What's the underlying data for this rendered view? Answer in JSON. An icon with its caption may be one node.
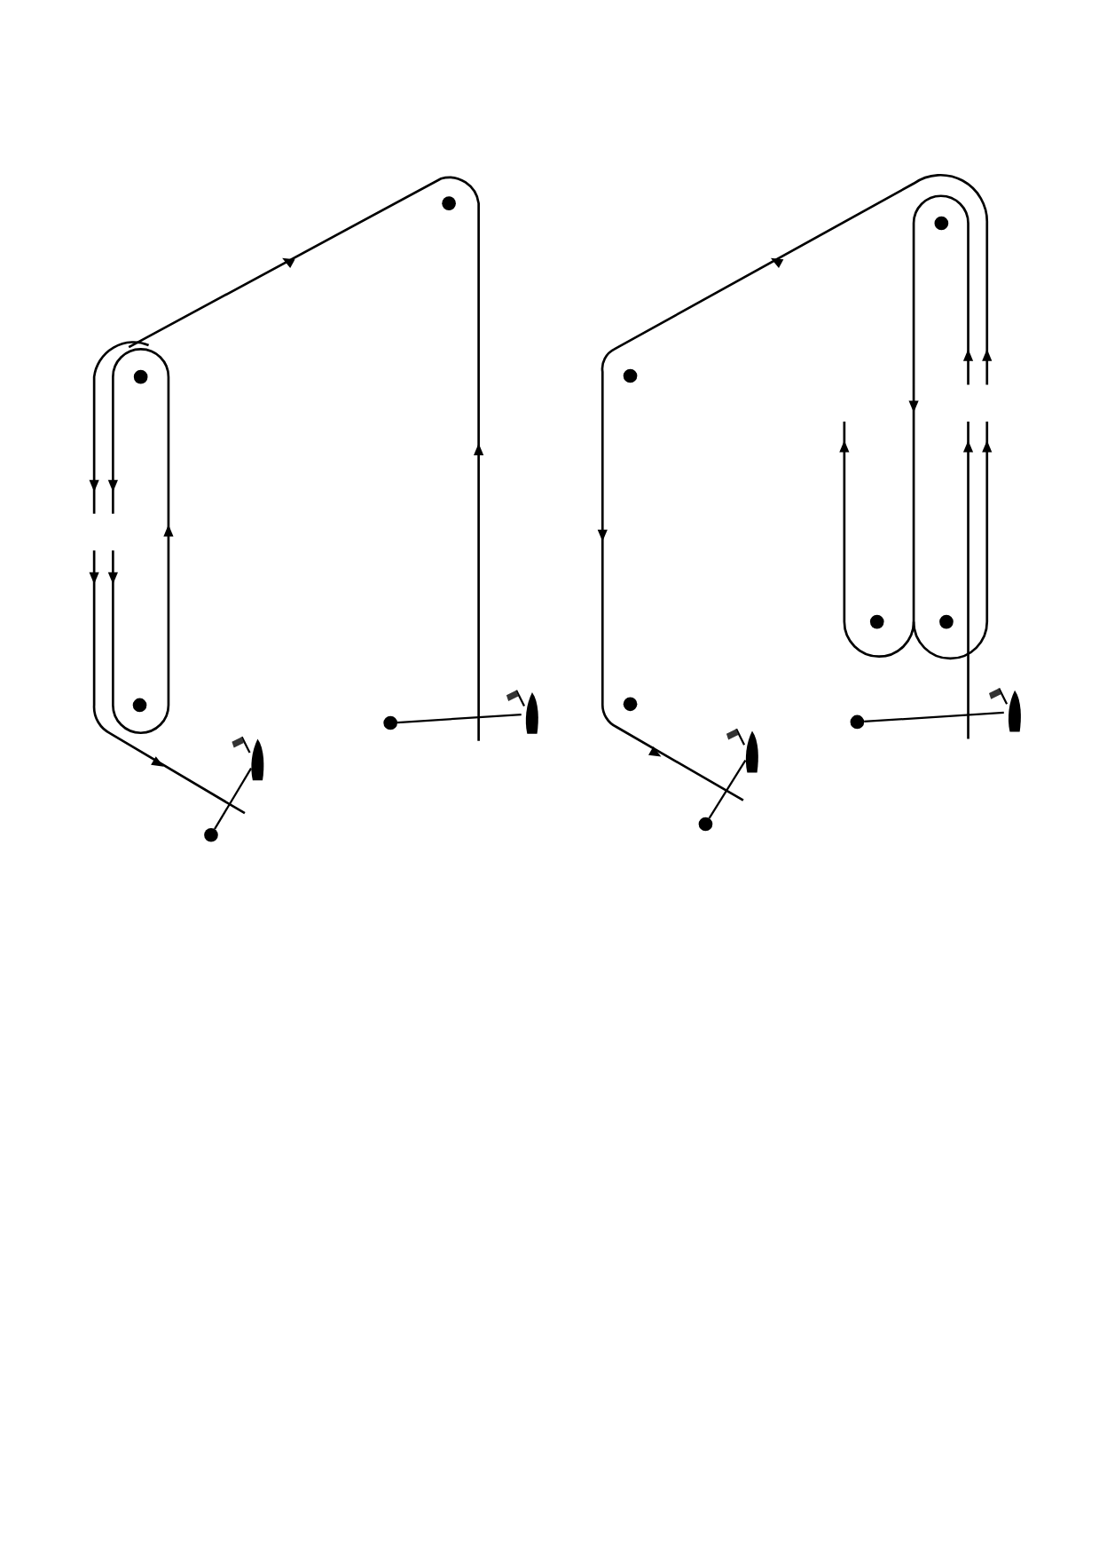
{
  "diagram": {
    "nodes": [
      {
        "text": [],
        "shape": "circle"
      },
      {
        "text": [],
        "shape": "circle"
      },
      {
        "text": [],
        "shape": "circle"
      },
      {
        "text": [],
        "shape": "circle"
      },
      {
        "text": [],
        "shape": "boat"
      },
      {
        "text": [],
        "shape": "boat"
      },
      {
        "text": [],
        "shape": "circle"
      },
      {
        "text": [],
        "shape": "circle"
      },
      {
        "text": [],
        "shape": "circle"
      },
      {
        "text": [],
        "shape": "circle"
      },
      {
        "text": [],
        "shape": "circle"
      },
      {
        "text": [],
        "shape": "circle"
      },
      {
        "text": [],
        "shape": "circle"
      },
      {
        "text": [],
        "shape": "boat"
      },
      {
        "text": [],
        "shape": "boat"
      },
      {
        "text": [],
        "shape": "circle"
      }
    ],
    "edges": [
      {
        "from": 3,
        "to": 4,
        "arrow": "none"
      },
      {
        "from": 6,
        "to": 5,
        "arrow": "none"
      },
      {
        "from": 12,
        "to": 13,
        "arrow": "none"
      },
      {
        "from": 15,
        "to": 14,
        "arrow": "none"
      }
    ]
  }
}
